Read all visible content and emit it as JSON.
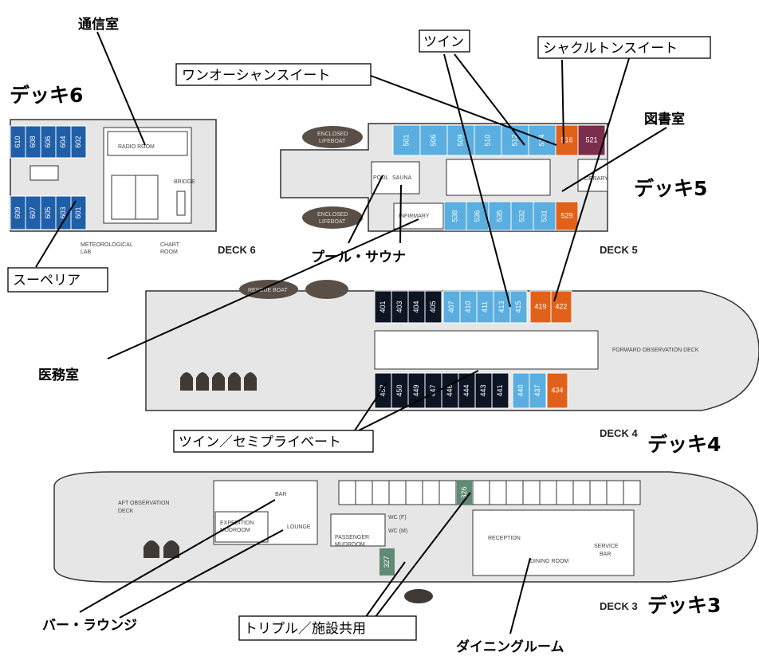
{
  "decks": {
    "deck6": {
      "label": "DECK 6",
      "title": "デッキ6"
    },
    "deck5": {
      "label": "DECK 5",
      "title": "デッキ5"
    },
    "deck4": {
      "label": "DECK 4",
      "title": "デッキ4"
    },
    "deck3": {
      "label": "DECK 3",
      "title": "デッキ3"
    }
  },
  "callouts": {
    "radio": "通信室",
    "one_ocean": "ワンオーシャンスイート",
    "twin": "ツイン",
    "shackleton": "シャクルトンスイート",
    "library": "図書室",
    "superior": "スーペリア",
    "pool": "プール・サウナ",
    "infirmary": "医務室",
    "twin_semi": "ツイン／セミプライベート",
    "triple": "トリプル／施設共用",
    "bar_lounge": "バー・ラウンジ",
    "dining": "ダイニングルーム"
  },
  "plan_labels": {
    "radio_room": "RADIO ROOM",
    "bridge": "BRIDGE",
    "met_lab_1": "METEOROLOGICAL",
    "met_lab_2": "LAB",
    "chart_1": "CHART",
    "chart_2": "ROOM",
    "lifeboat_1": "ENCLOSED",
    "lifeboat_2": "LIFEBOAT",
    "pool": "POOL",
    "sauna": "SAUNA",
    "infirmary": "INFIRMARY",
    "library": "LIBRARY",
    "rescue_boat": "RESCUE BOAT",
    "forward_obs": "FORWARD OBSERVATION DECK",
    "aft_obs_1": "AFT OBSERVATION",
    "aft_obs_2": "DECK",
    "bar": "BAR",
    "lounge": "LOUNGE",
    "exp_mud_1": "EXPEDITION",
    "exp_mud_2": "MUDROOM",
    "pass_mud_1": "PASSENGER",
    "pass_mud_2": "MUDROOM",
    "wc_f": "WC (F)",
    "wc_m": "WC (M)",
    "reception": "RECEPTION",
    "dining_room": "DINING ROOM",
    "service_1": "SERVICE",
    "service_2": "BAR"
  },
  "cabins": {
    "deck6_top": [
      "610",
      "608",
      "606",
      "604",
      "602"
    ],
    "deck6_bottom": [
      "609",
      "607",
      "605",
      "603",
      "601"
    ],
    "deck5_top_blue": [
      "501",
      "506",
      "509",
      "510",
      "512",
      "514"
    ],
    "deck5_top_orange": [
      "516"
    ],
    "deck5_top_purple": [
      "521"
    ],
    "deck5_bottom_blue": [
      "538",
      "536",
      "535",
      "532",
      "531"
    ],
    "deck5_bottom_orange": [
      "529"
    ],
    "deck4_top_dark": [
      "401",
      "403",
      "404",
      "405"
    ],
    "deck4_top_blue": [
      "407",
      "410",
      "411",
      "413",
      "415"
    ],
    "deck4_top_orange": [
      "419",
      "422"
    ],
    "deck4_bottom_dark": [
      "452",
      "450",
      "449",
      "447",
      "446",
      "444",
      "443",
      "441"
    ],
    "deck4_bottom_blue": [
      "440",
      "437"
    ],
    "deck4_bottom_orange": [
      "434"
    ],
    "deck3_green": [
      "326",
      "327"
    ]
  },
  "colors": {
    "superior": "#1f5fa8",
    "twin": "#5aaee0",
    "twin_semi": "#0d1424",
    "suite_orange": "#e0621a",
    "shackleton": "#7a2e4c",
    "triple": "#5f8a76"
  }
}
